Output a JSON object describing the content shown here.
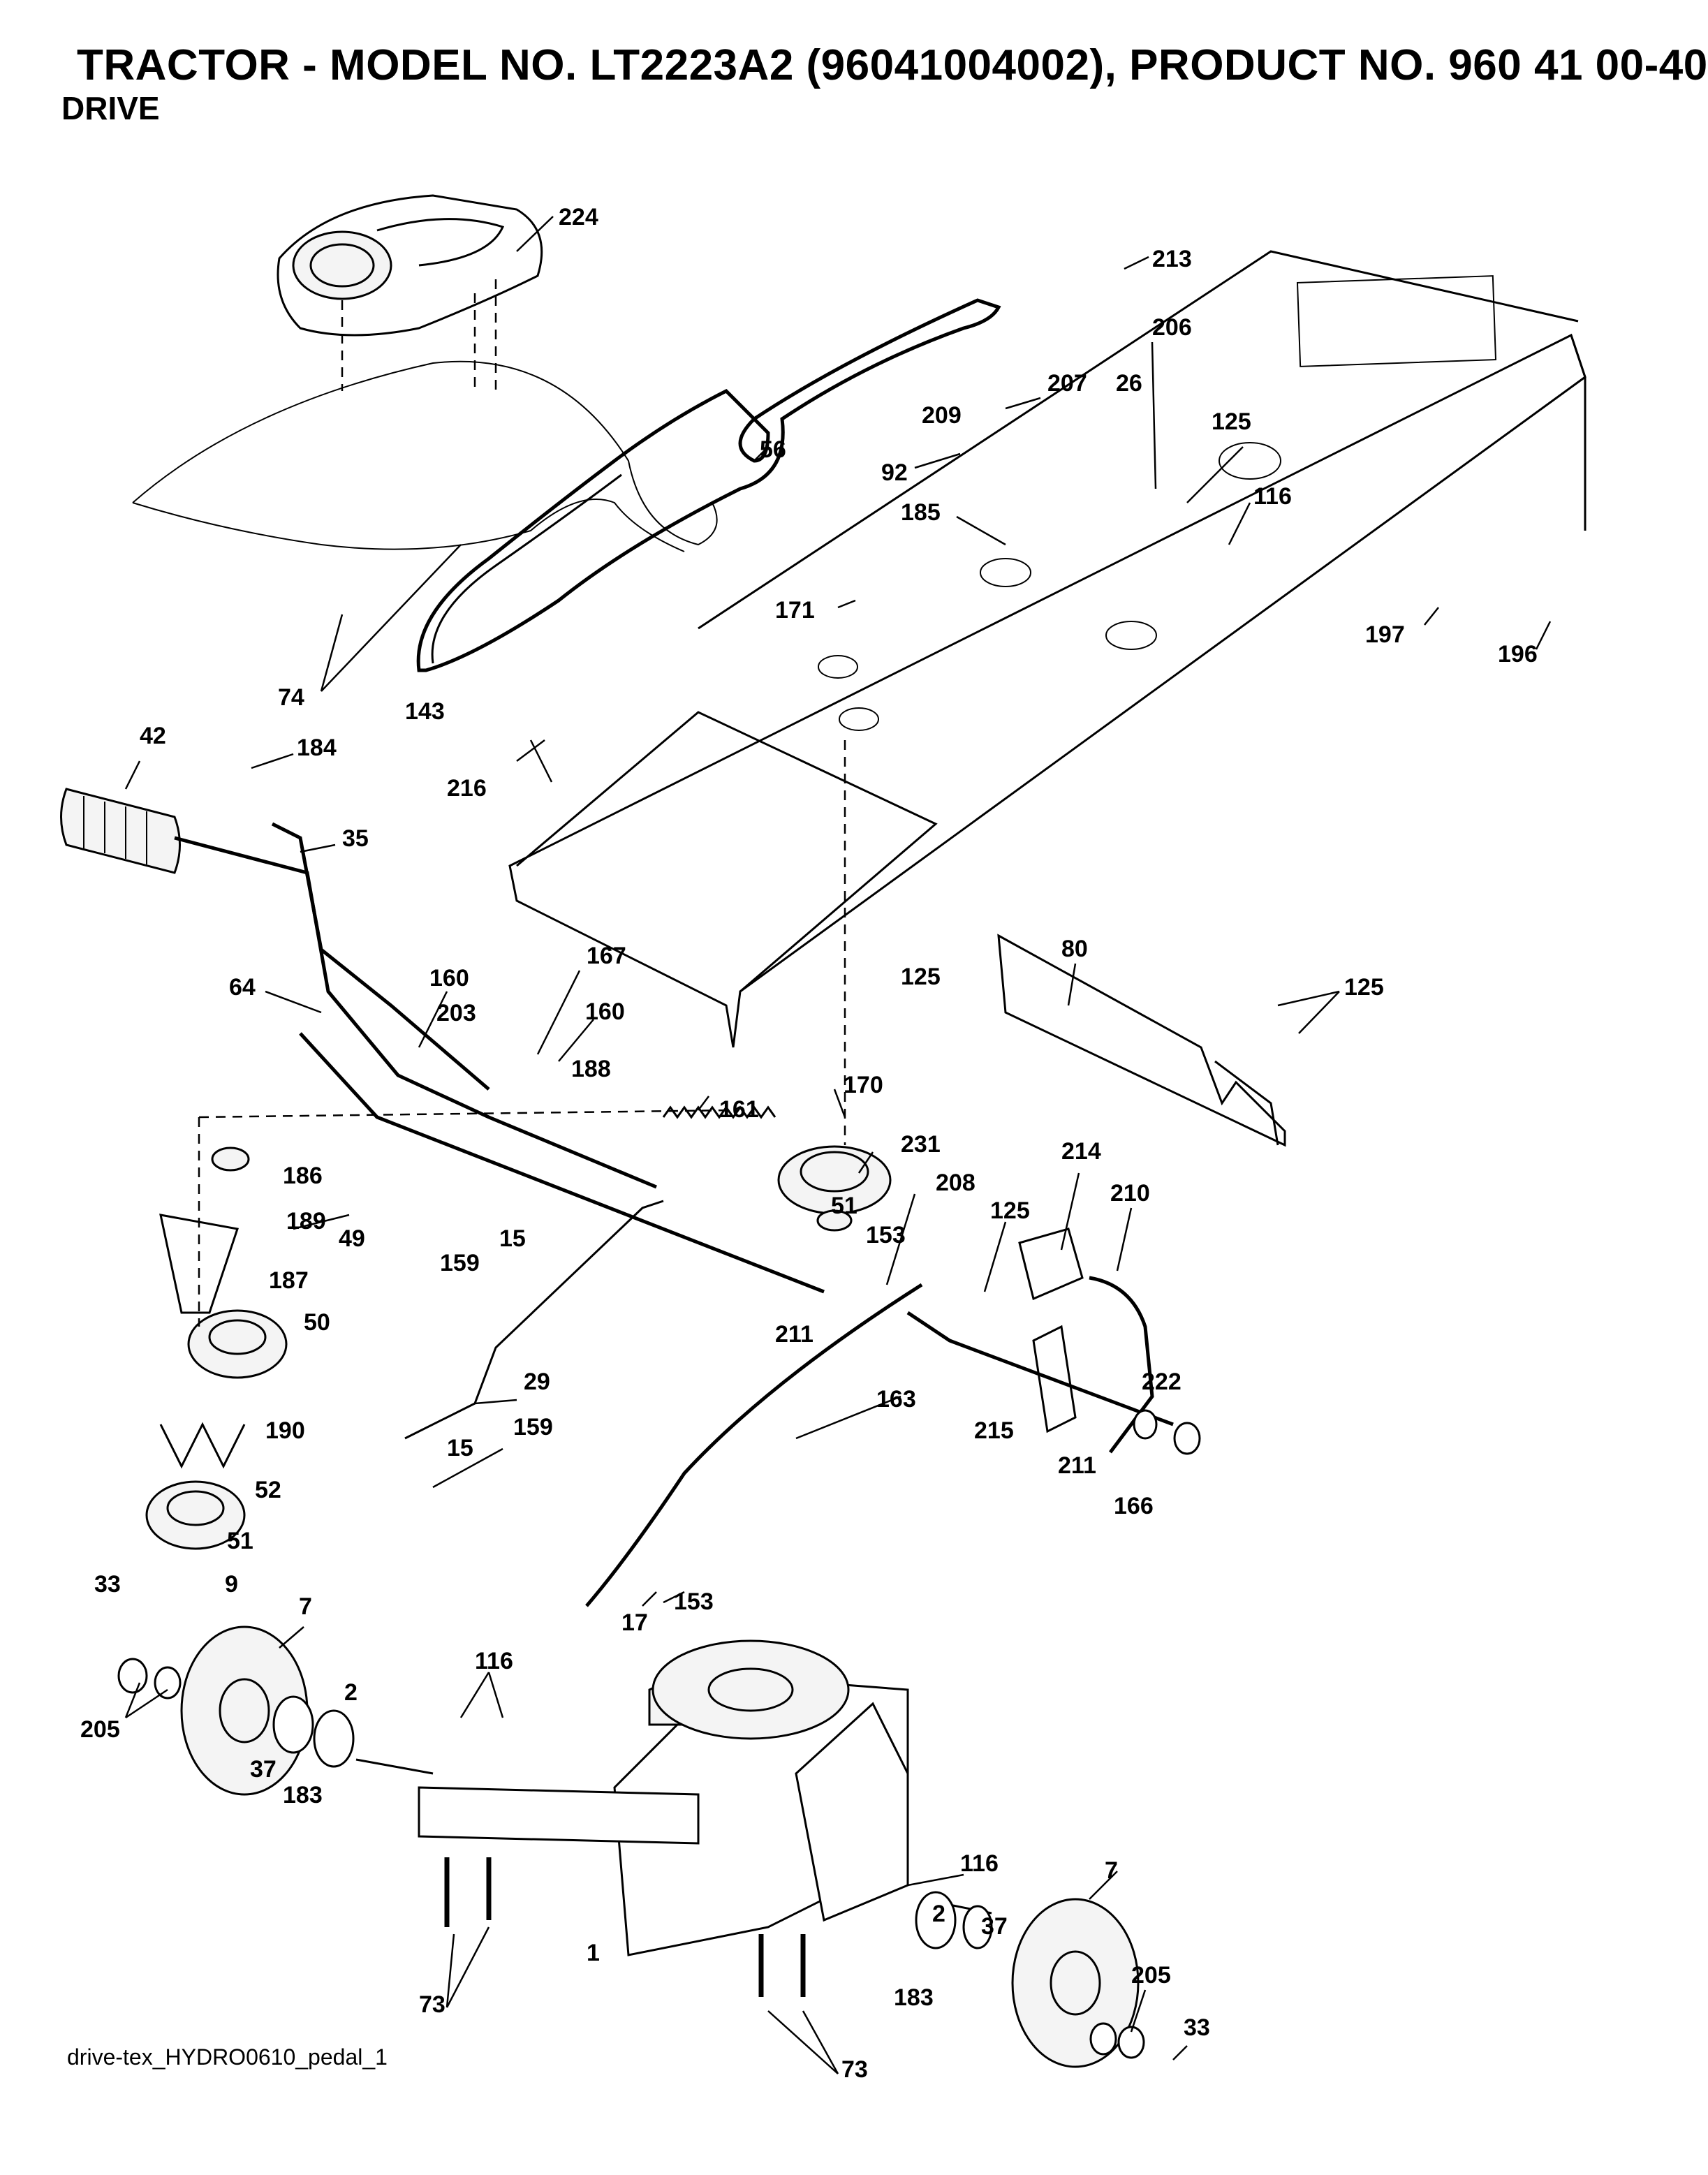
{
  "header": {
    "title": "TRACTOR - MODEL NO. LT2223A2 (96041004002), PRODUCT NO. 960 41 00-40",
    "subtitle": "DRIVE"
  },
  "footer": {
    "file_label": "drive-tex_HYDRO0610_pedal_1"
  },
  "callouts": [
    "224",
    "213",
    "206",
    "207",
    "26",
    "209",
    "125",
    "92",
    "116",
    "185",
    "56",
    "171",
    "197",
    "196",
    "74",
    "143",
    "216",
    "42",
    "184",
    "35",
    "64",
    "160",
    "203",
    "167",
    "160",
    "188",
    "161",
    "170",
    "80",
    "125",
    "125",
    "231",
    "186",
    "189",
    "49",
    "187",
    "50",
    "159",
    "15",
    "51",
    "208",
    "153",
    "211",
    "125",
    "214",
    "210",
    "29",
    "159",
    "15",
    "190",
    "52",
    "51",
    "163",
    "215",
    "222",
    "211",
    "166",
    "33",
    "9",
    "7",
    "205",
    "2",
    "37",
    "183",
    "116",
    "153",
    "17",
    "116",
    "2",
    "37",
    "7",
    "1",
    "73",
    "183",
    "205",
    "33",
    "73"
  ]
}
